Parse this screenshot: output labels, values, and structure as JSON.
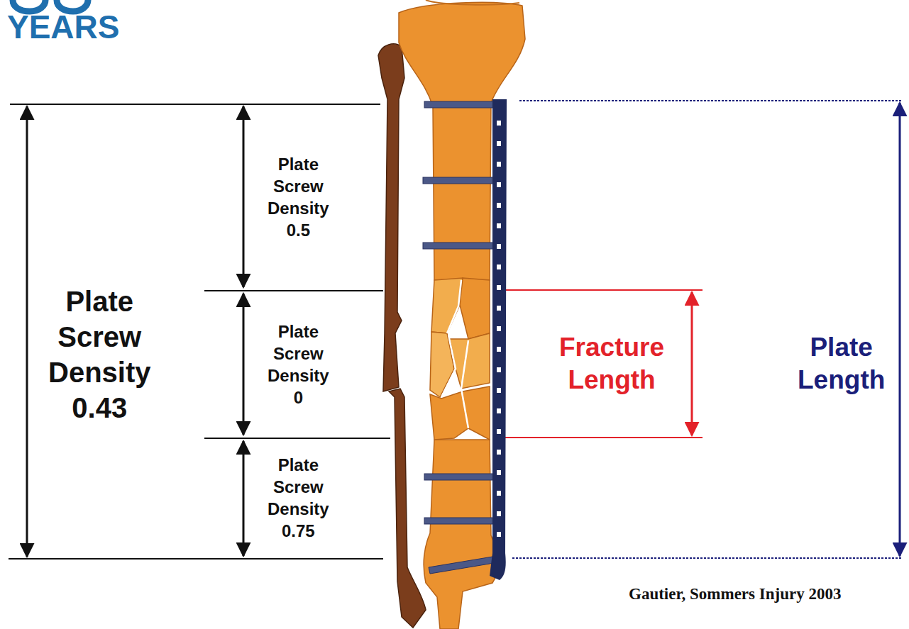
{
  "diagram": {
    "labels": [
      "YEARS",
      "Plate Screw Density 0.43",
      "Plate Screw Density 0.5",
      "Plate Screw Density 0",
      "Plate Screw Density 0.75",
      "Fracture Length",
      "Plate Length",
      "Gautier, Sommers Injury 2003"
    ]
  }
}
